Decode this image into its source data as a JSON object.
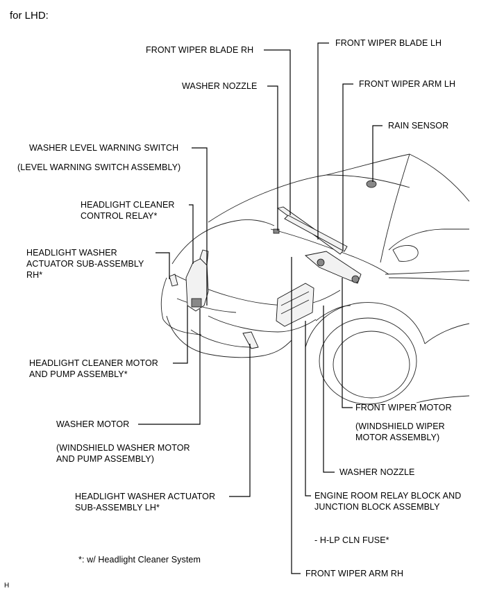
{
  "title": "for LHD:",
  "labels": {
    "front_wiper_blade_rh": "FRONT WIPER BLADE RH",
    "front_wiper_blade_lh": "FRONT WIPER BLADE LH",
    "washer_nozzle_top": "WASHER NOZZLE",
    "front_wiper_arm_lh": "FRONT WIPER ARM LH",
    "rain_sensor": "RAIN SENSOR",
    "washer_level_warning_switch": "WASHER LEVEL WARNING SWITCH",
    "level_warning_switch_assembly": "(LEVEL WARNING SWITCH ASSEMBLY)",
    "headlight_cleaner_control_relay_1": "HEADLIGHT CLEANER",
    "headlight_cleaner_control_relay_2": "CONTROL RELAY*",
    "headlight_washer_actuator_rh_1": "HEADLIGHT WASHER",
    "headlight_washer_actuator_rh_2": "ACTUATOR SUB-ASSEMBLY",
    "headlight_washer_actuator_rh_3": "RH*",
    "headlight_cleaner_motor_1": "HEADLIGHT CLEANER MOTOR",
    "headlight_cleaner_motor_2": "AND PUMP ASSEMBLY*",
    "front_wiper_motor": "FRONT WIPER MOTOR",
    "windshield_wiper_motor_1": "(WINDSHIELD WIPER",
    "windshield_wiper_motor_2": "MOTOR ASSEMBLY)",
    "washer_motor": "WASHER MOTOR",
    "windshield_washer_motor_1": "(WINDSHIELD WASHER MOTOR",
    "windshield_washer_motor_2": "AND PUMP ASSEMBLY)",
    "washer_nozzle_bottom": "WASHER NOZZLE",
    "headlight_washer_actuator_lh_1": "HEADLIGHT WASHER ACTUATOR",
    "headlight_washer_actuator_lh_2": "SUB-ASSEMBLY LH*",
    "engine_room_relay_block_1": "ENGINE ROOM RELAY BLOCK AND",
    "engine_room_relay_block_2": "JUNCTION BLOCK ASSEMBLY",
    "hlp_cln_fuse": "- H-LP CLN FUSE*",
    "footnote": "*: w/ Headlight Cleaner System",
    "front_wiper_arm_rh": "FRONT WIPER ARM RH"
  },
  "corner_mark": "H"
}
